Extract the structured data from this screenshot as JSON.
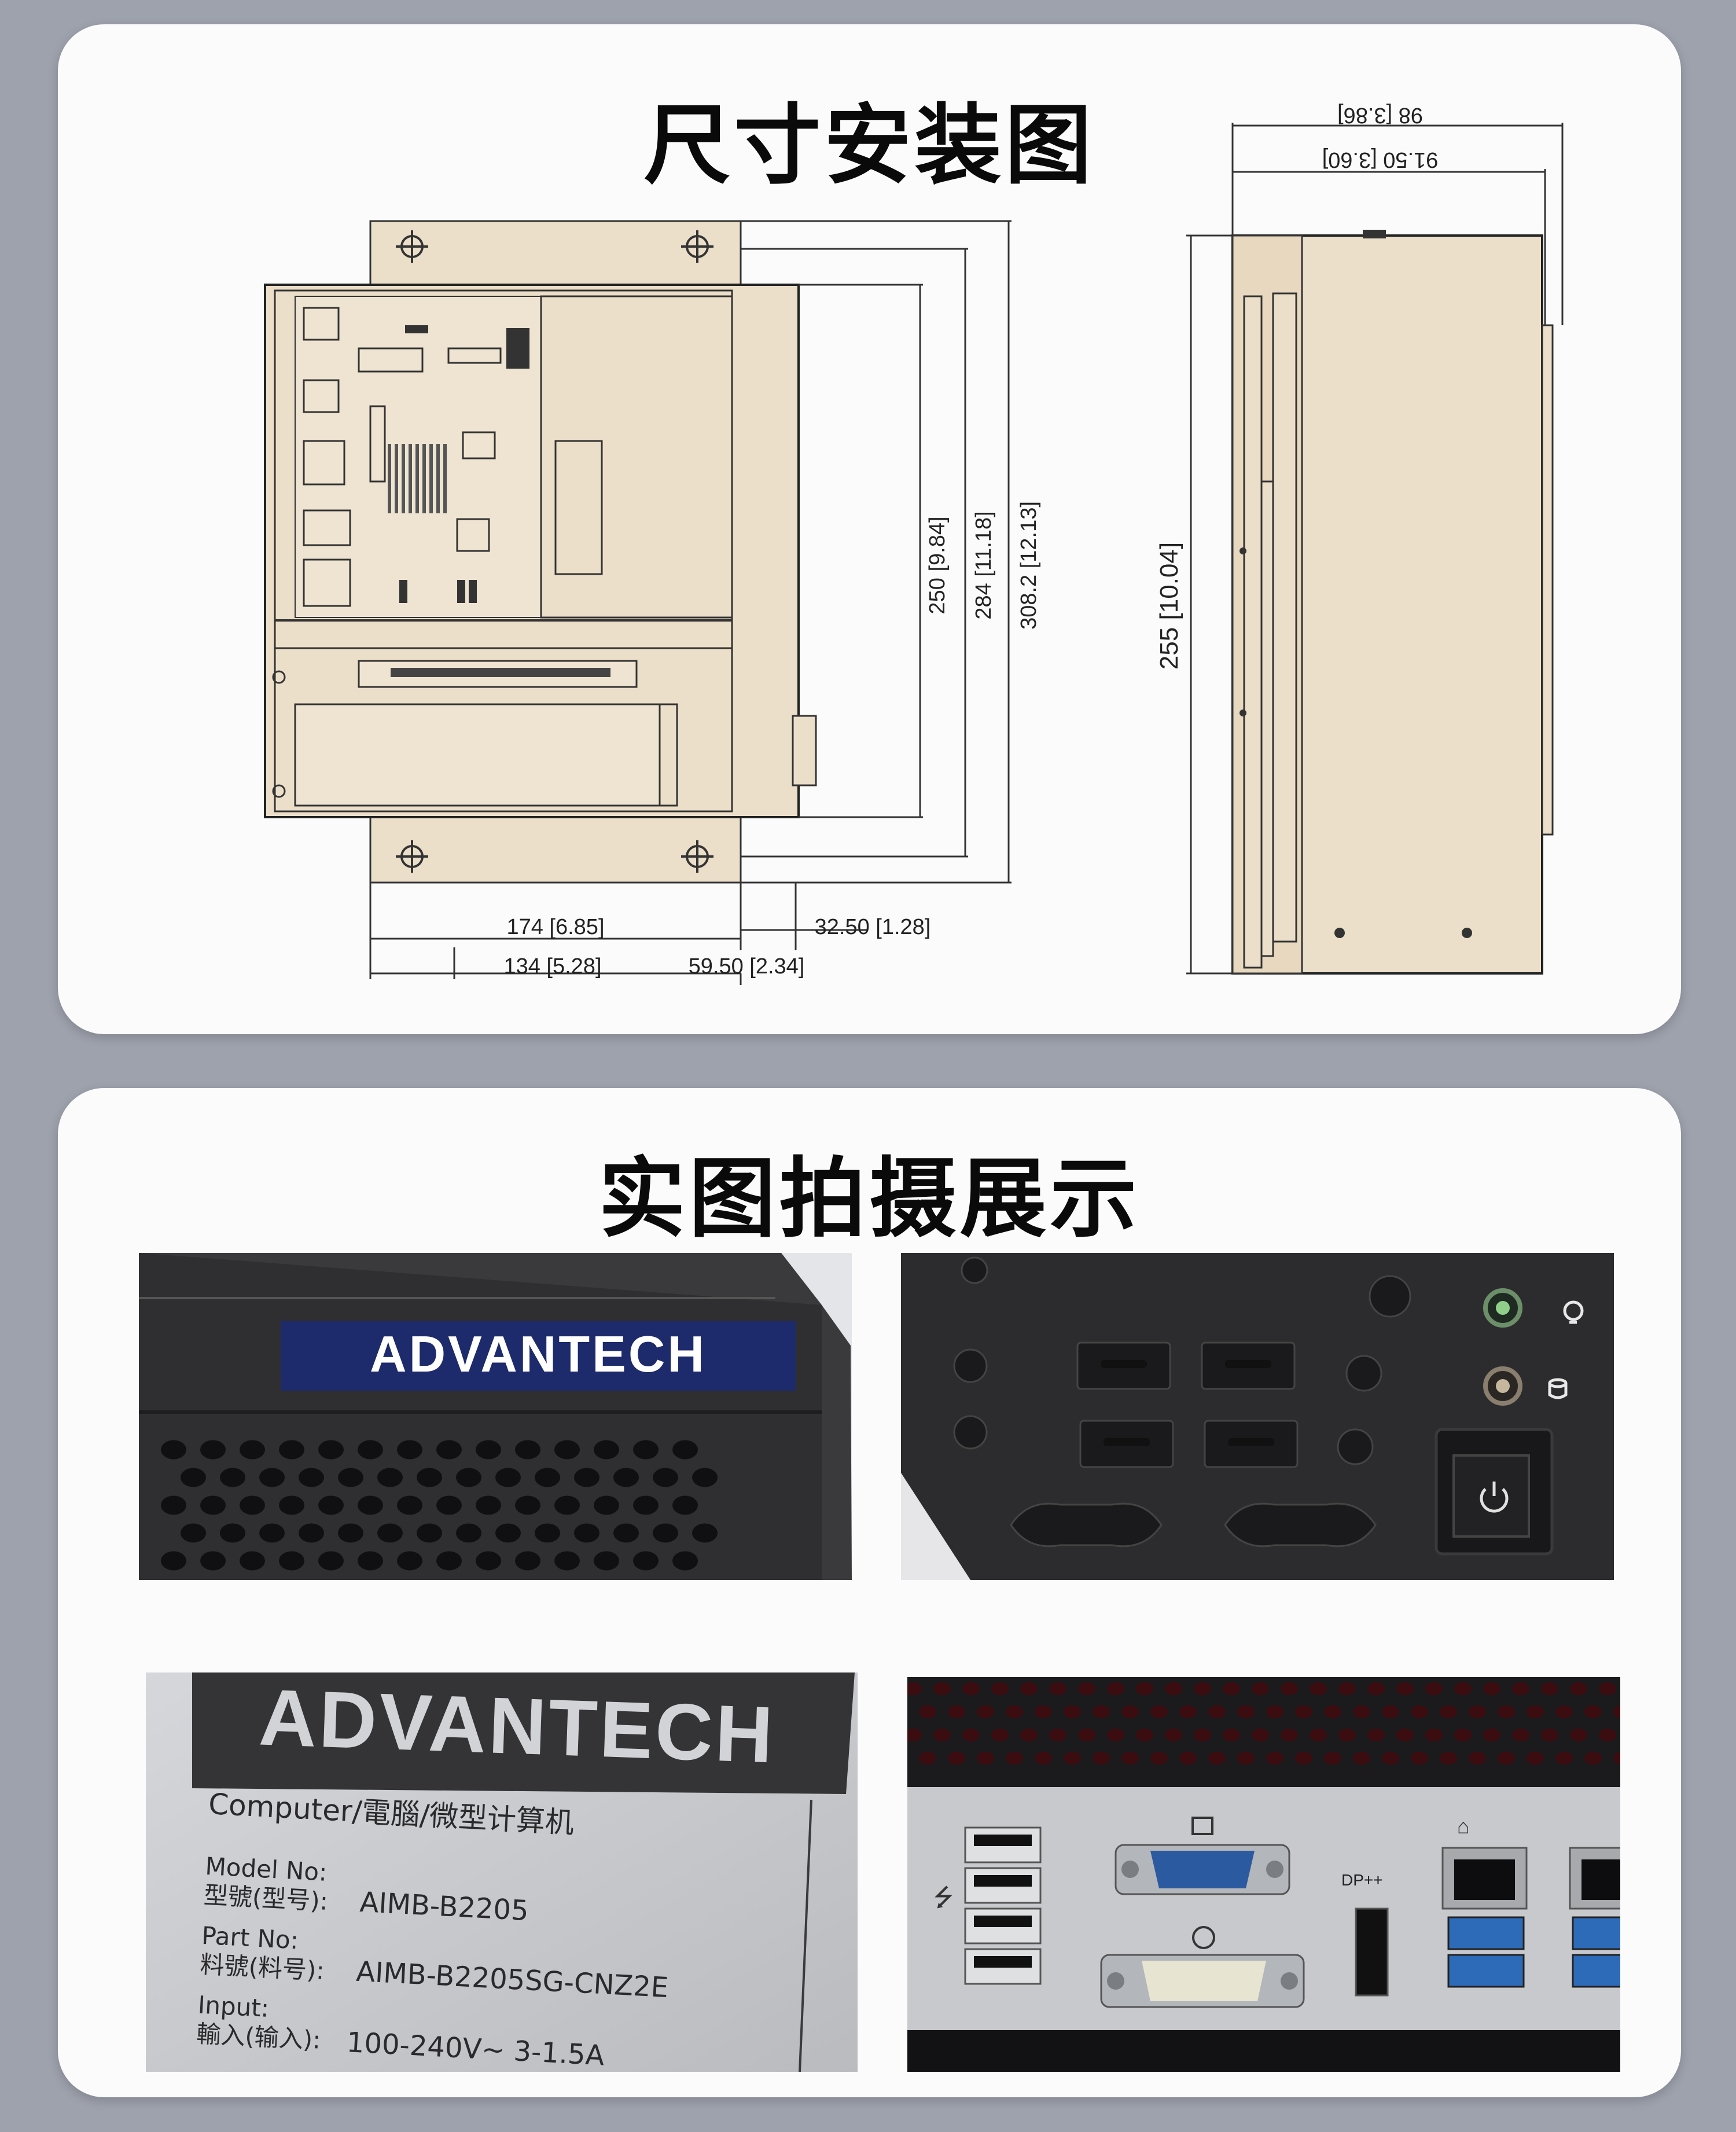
{
  "sections": {
    "dimensions_title": "尺寸安装图",
    "photos_title": "实图拍摄展示"
  },
  "front_view": {
    "dim_174": "174 [6.85]",
    "dim_134": "134 [5.28]",
    "dim_59": "59.50 [2.34]",
    "dim_32": "32.50 [1.28]",
    "dim_250": "250 [9.84]",
    "dim_284": "284 [11.18]",
    "dim_308": "308.2 [12.13]"
  },
  "side_view": {
    "dim_98": "98 [3.86]",
    "dim_91": "91.50 [3.60]",
    "dim_255": "255 [10.04]"
  },
  "photos": {
    "brand": "ADVANTECH",
    "label": {
      "brand": "ADVANTECH",
      "product": "Computer/電腦/微型计算机",
      "model_label_en": "Model No:",
      "model_label_cn": "型號(型号):",
      "model_value": "AIMB-B2205",
      "part_label_en": "Part No:",
      "part_label_cn": "料號(料号):",
      "part_value": "AIMB-B2205SG-CNZ2E",
      "input_label_en": "Input:",
      "input_label_cn": "輸入(输入):",
      "input_value": "100-240V~  3-1.5A"
    },
    "io": {
      "dp_label": "DP++"
    }
  },
  "colors": {
    "drawing_fill": "#ecdfc9",
    "brand_blue": "#1d2a6b",
    "chassis_dark": "#2b2b2e"
  }
}
